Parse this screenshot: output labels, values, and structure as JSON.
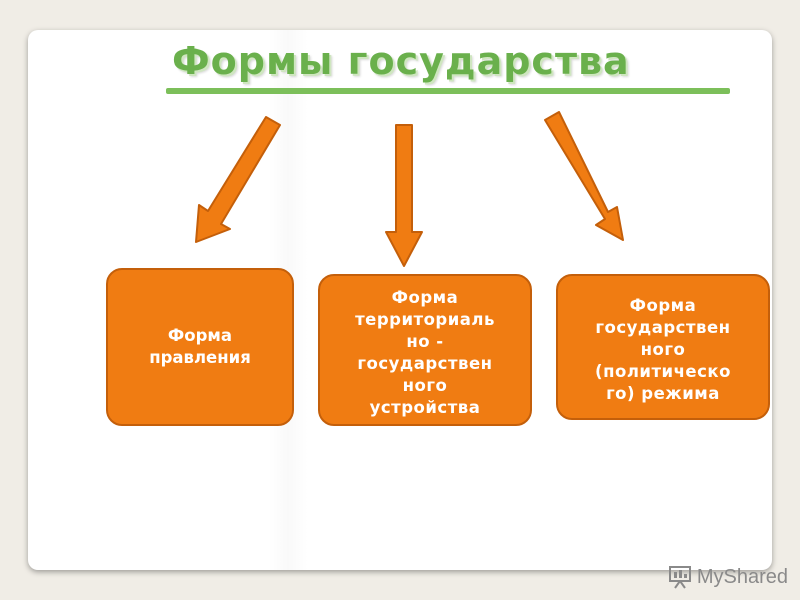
{
  "title": "Формы государства",
  "boxes": [
    {
      "label": "Форма\nправления"
    },
    {
      "label": "Форма\nтерриториаль\nно -\nгосударствен\nного\nустройства"
    },
    {
      "label": "Форма\nгосударствен\nного\n(политическо\nго) режима"
    }
  ],
  "watermark": {
    "text": "MyShared",
    "icon": "presentation-board-icon"
  },
  "colors": {
    "title_green": "#6ab04c",
    "box_orange": "#f07c12",
    "box_border": "#c45f0a",
    "arrow_orange": "#f07c12"
  }
}
